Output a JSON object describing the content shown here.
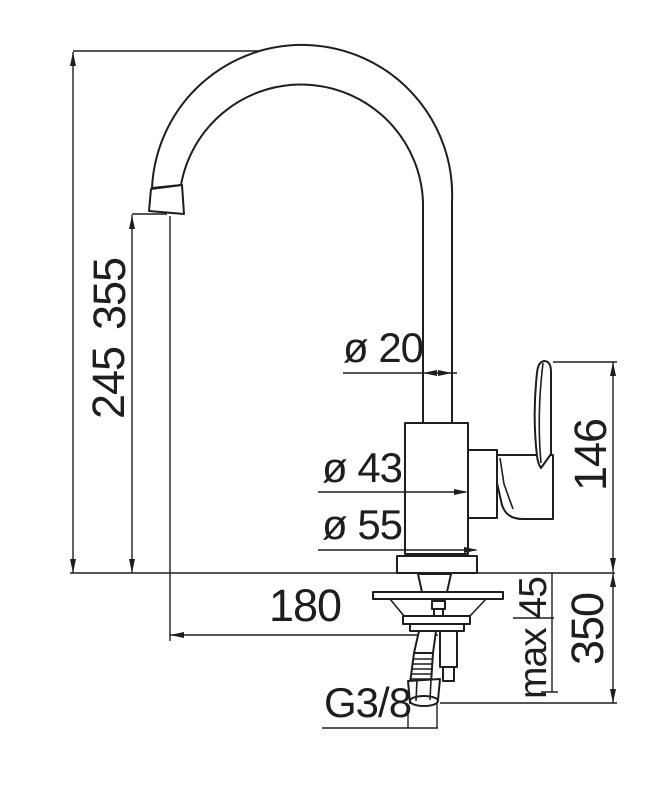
{
  "drawing": {
    "dimension_labels": {
      "total_height": "355",
      "spout_outlet_height": "245",
      "spout_tube_diameter": "ø 20",
      "body_diameter": "ø 43",
      "base_diameter": "ø 55",
      "handle_height": "146",
      "spout_reach": "180",
      "max_mounting_thickness": "max 45",
      "hose_length": "350",
      "thread_size": "G3/8"
    },
    "colors": {
      "line": "#1e1e1e",
      "background": "#ffffff"
    }
  }
}
